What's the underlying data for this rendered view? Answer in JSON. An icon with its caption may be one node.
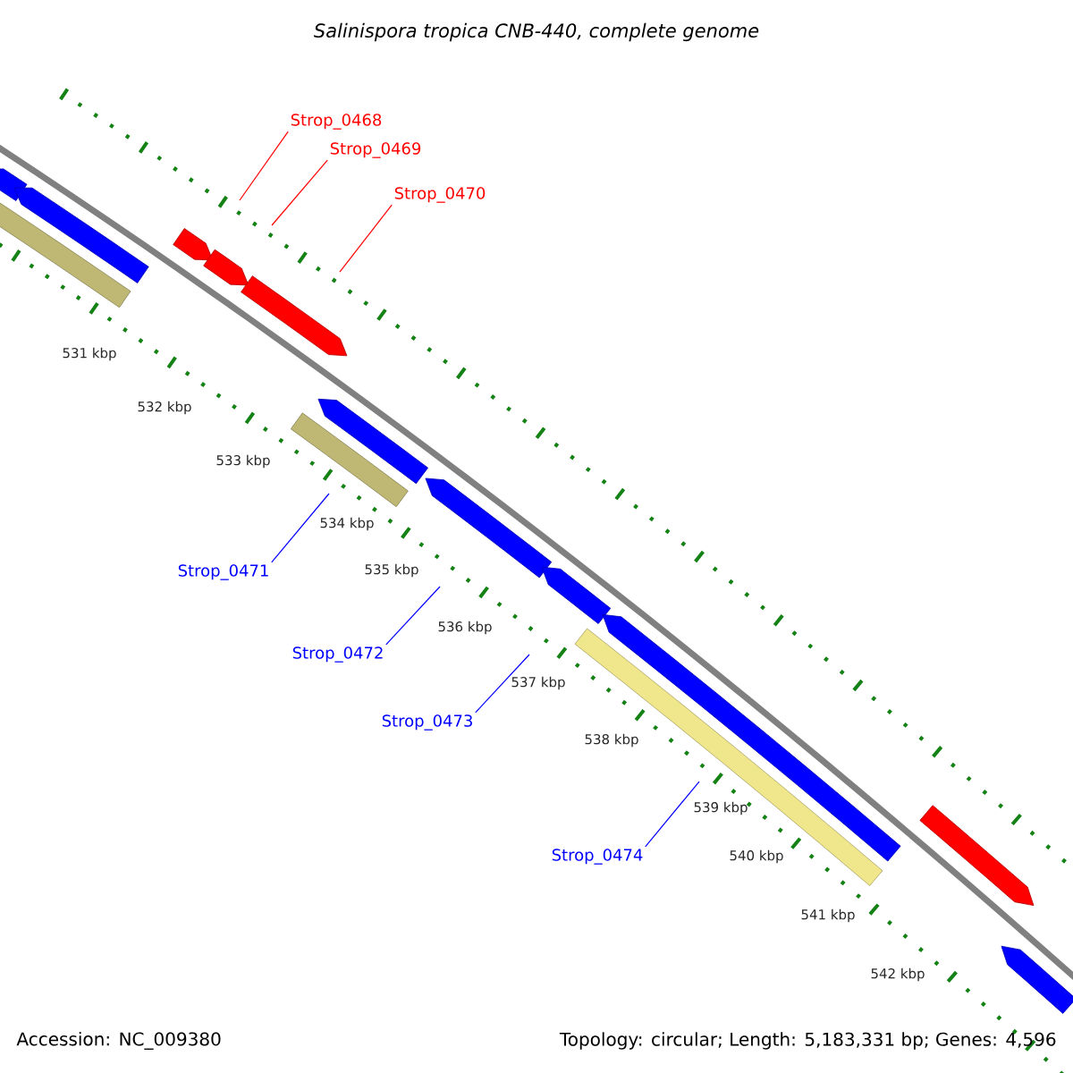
{
  "diagram": {
    "title": "Salinispora tropica CNB-440, complete genome",
    "nodes": [
      {
        "text": [
          "Strop_0468"
        ]
      },
      {
        "text": [
          "Strop_0469"
        ]
      },
      {
        "text": [
          "Strop_0470"
        ]
      },
      {
        "text": [
          "Strop_0471"
        ]
      },
      {
        "text": [
          "Strop_0472"
        ]
      },
      {
        "text": [
          "Strop_0473"
        ]
      },
      {
        "text": [
          "Strop_0474"
        ]
      }
    ],
    "edges": [
      {
        "from": 0,
        "to": null,
        "arrow": "none",
        "color": "#ff0000"
      },
      {
        "from": 1,
        "to": null,
        "arrow": "none",
        "color": "#ff0000"
      },
      {
        "from": 2,
        "to": null,
        "arrow": "none",
        "color": "#ff0000"
      },
      {
        "from": 3,
        "to": null,
        "arrow": "none"
      },
      {
        "from": 4,
        "to": null,
        "arrow": "none"
      },
      {
        "from": 5,
        "to": null,
        "arrow": "none"
      },
      {
        "from": 6,
        "to": null,
        "arrow": "none"
      }
    ],
    "labels": [
      "531 kbp",
      "532 kbp",
      "533 kbp",
      "534 kbp",
      "535 kbp",
      "536 kbp",
      "537 kbp",
      "538 kbp",
      "539 kbp",
      "540 kbp",
      "541 kbp",
      "542 kbp",
      "Accession: NC_009380",
      "Topology: circular; Length: 5,183,331 bp; Genes: 4,596"
    ]
  }
}
